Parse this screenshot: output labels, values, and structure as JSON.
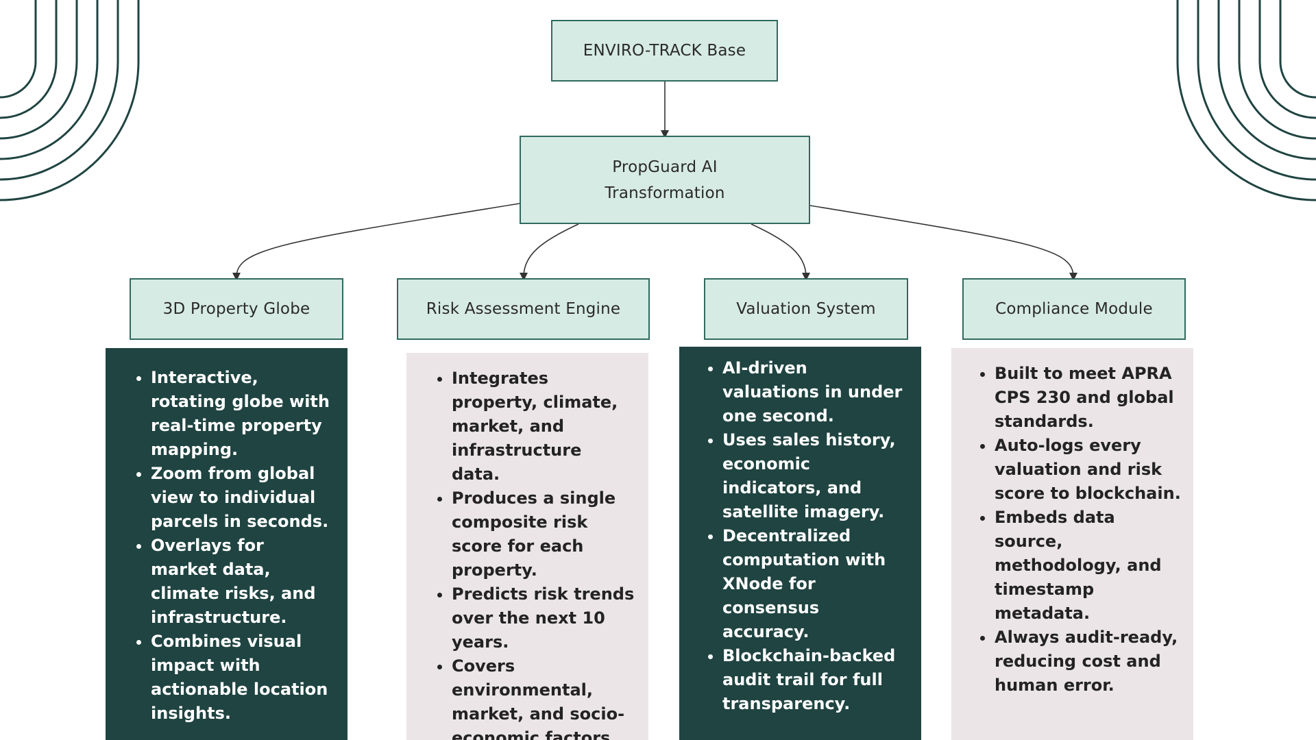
{
  "nodes": {
    "base": {
      "label": "ENVIRO-TRACK Base"
    },
    "propguard": {
      "label": "PropGuard AI Transformation"
    },
    "modules": [
      {
        "label": "3D Property Globe"
      },
      {
        "label": "Risk Assessment Engine"
      },
      {
        "label": "Valuation System"
      },
      {
        "label": "Compliance Module"
      }
    ]
  },
  "panels": [
    {
      "style": "dark",
      "bullets": [
        "Interactive, rotating globe with real-time property mapping.",
        "Zoom from global view to individual parcels in seconds.",
        "Overlays for market data, climate risks, and infrastructure.",
        "Combines visual impact with actionable location insights."
      ]
    },
    {
      "style": "light",
      "bullets": [
        "Integrates property, climate, market, and infrastructure data.",
        "Produces a single composite risk score for each property.",
        "Predicts risk trends over the next 10 years.",
        "Covers environmental, market, and socio-economic factors."
      ]
    },
    {
      "style": "dark",
      "bullets": [
        "AI-driven valuations in under one second.",
        "Uses sales history, economic indicators, and satellite imagery.",
        "Decentralized computation with XNode for consensus accuracy.",
        "Blockchain-backed audit trail for full transparency."
      ]
    },
    {
      "style": "light",
      "bullets": [
        "Built to meet APRA CPS 230 and global standards.",
        "Auto-logs every valuation and risk score to blockchain.",
        "Embeds data source, methodology, and timestamp metadata.",
        "Always audit-ready, reducing cost and human error."
      ]
    }
  ],
  "colors": {
    "node_fill": "#d7ebe5",
    "node_border": "#2f6a5e",
    "dark_panel": "#1f4441",
    "light_panel": "#ebe5e7",
    "connector": "#333333",
    "decoration": "#1f4441"
  }
}
